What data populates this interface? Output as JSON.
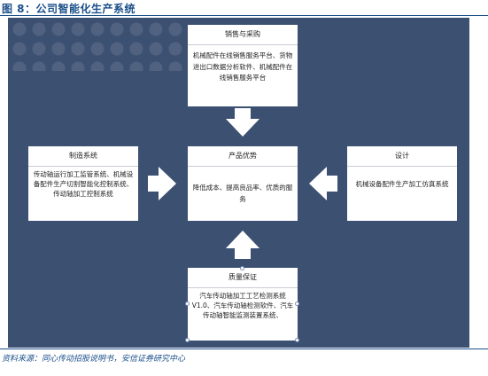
{
  "figure": {
    "title": "图 8：公司智能化生产系统",
    "source": "资料来源：同心传动招股说明书，安信证券研究中心"
  },
  "colors": {
    "background": "#3c5072",
    "box": "#ffffff",
    "arrow": "#ffffff",
    "title": "#1a4f8a"
  },
  "boxes": {
    "sales": {
      "title": "销售与采购",
      "body": "机械配件在线销售服务平台、货物进出口数据分析软件、机械配件在线销售服务平台"
    },
    "center": {
      "title": "产品优势",
      "body": "降低成本、提高良品率、优质的服务"
    },
    "manufacturing": {
      "title": "制造系统",
      "body": "传动轴运行加工监管系统、机械设备配件生产切割智能化控制系统、传动轴加工控制系统"
    },
    "design": {
      "title": "设计",
      "body": "机械设备配件生产加工仿真系统"
    },
    "quality": {
      "title": "质量保证",
      "body": "汽车传动轴加工工艺检测系统V1.0、汽车传动轴检测软件、汽车传动轴智能监测装置系统、"
    }
  }
}
